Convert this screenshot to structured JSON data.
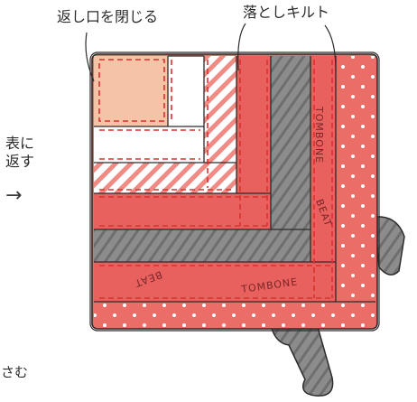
{
  "labels": {
    "close_opening": "返し口を閉じる",
    "drop_quilt": "落としキルト",
    "turn_out_line1": "表に",
    "turn_out_line2": "返す",
    "tuck": "さむ"
  },
  "arrow_glyph": "→",
  "fabric_prints": {
    "text_a": "TOMBONE",
    "text_b": "TOMBONE",
    "text_c": "BEAT",
    "text_d": "BEAT"
  },
  "colors": {
    "red": "#e8615f",
    "red_light": "#f19a93",
    "peach": "#f5c3a6",
    "gray": "#8c8c8c",
    "gray_dark": "#5a5a5a",
    "stitch": "#d9322f",
    "outline": "#2e2a2a",
    "white": "#ffffff"
  }
}
